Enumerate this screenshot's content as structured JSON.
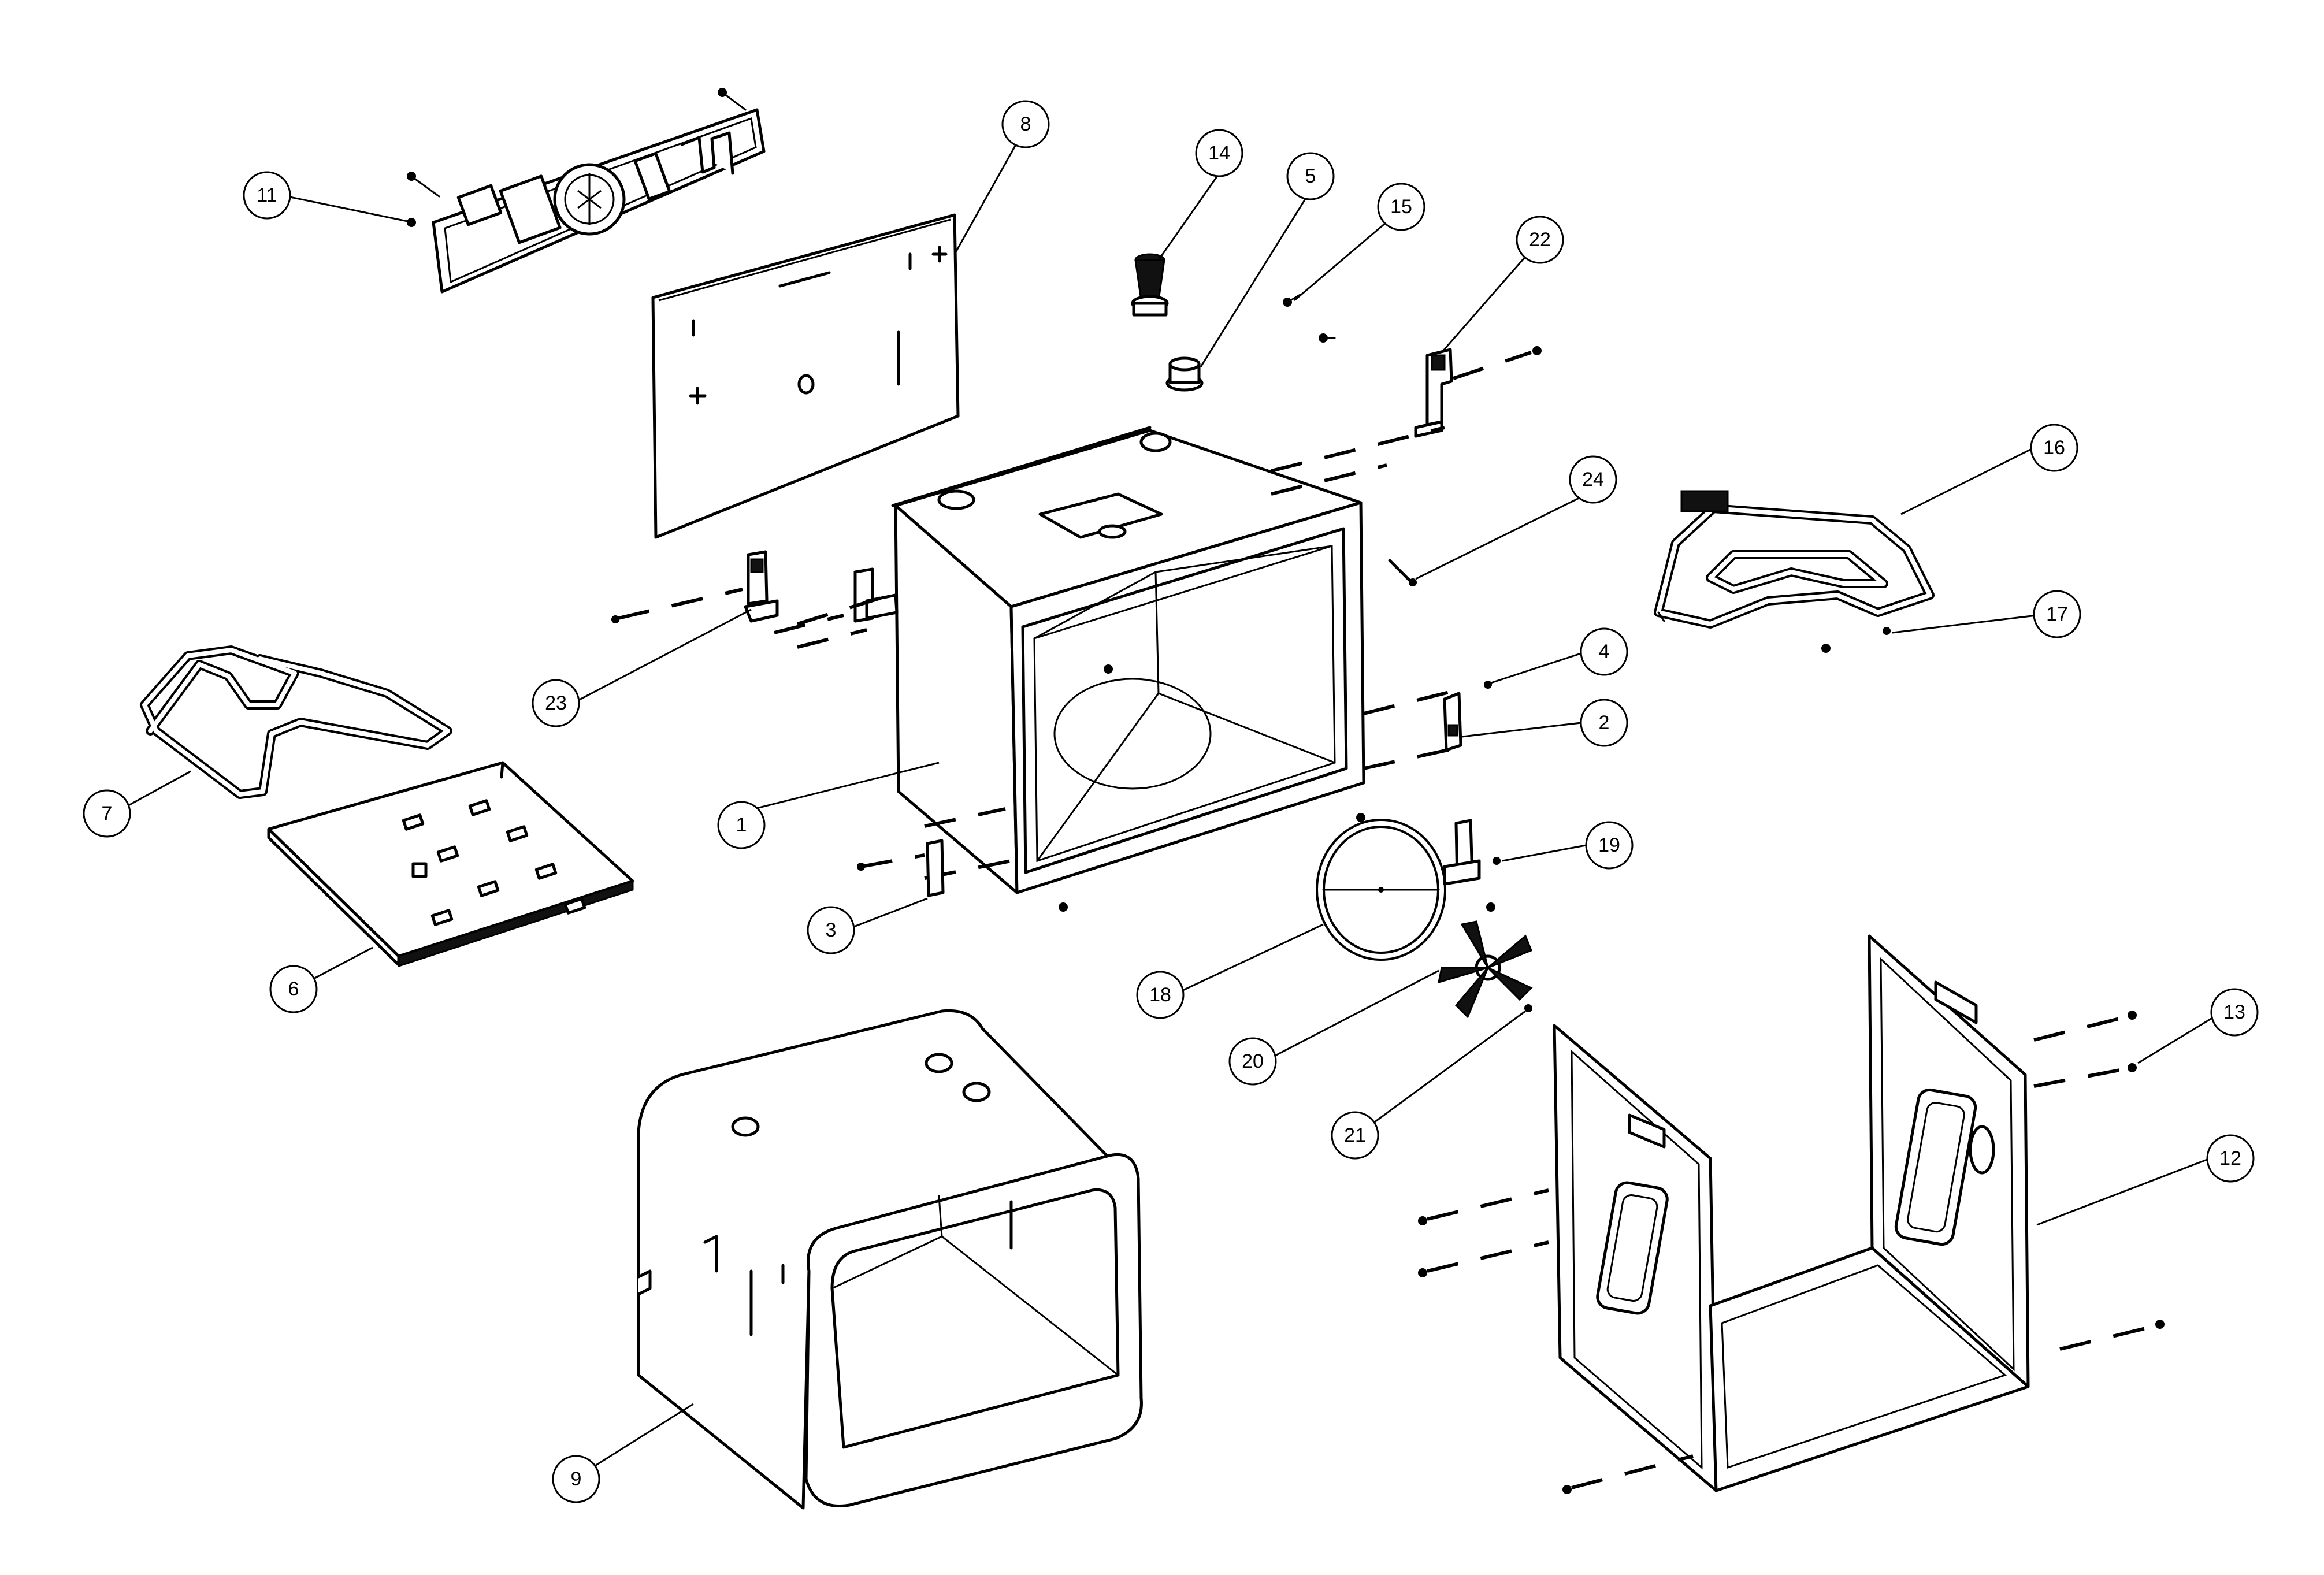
{
  "callouts": [
    {
      "label": "1"
    },
    {
      "label": "2"
    },
    {
      "label": "3"
    },
    {
      "label": "4"
    },
    {
      "label": "5"
    },
    {
      "label": "6"
    },
    {
      "label": "7"
    },
    {
      "label": "8"
    },
    {
      "label": "9"
    },
    {
      "label": "11"
    },
    {
      "label": "12"
    },
    {
      "label": "13"
    },
    {
      "label": "14"
    },
    {
      "label": "15"
    },
    {
      "label": "16"
    },
    {
      "label": "17"
    },
    {
      "label": "18"
    },
    {
      "label": "19"
    },
    {
      "label": "20"
    },
    {
      "label": "21"
    },
    {
      "label": "22"
    },
    {
      "label": "23"
    },
    {
      "label": "24"
    }
  ]
}
